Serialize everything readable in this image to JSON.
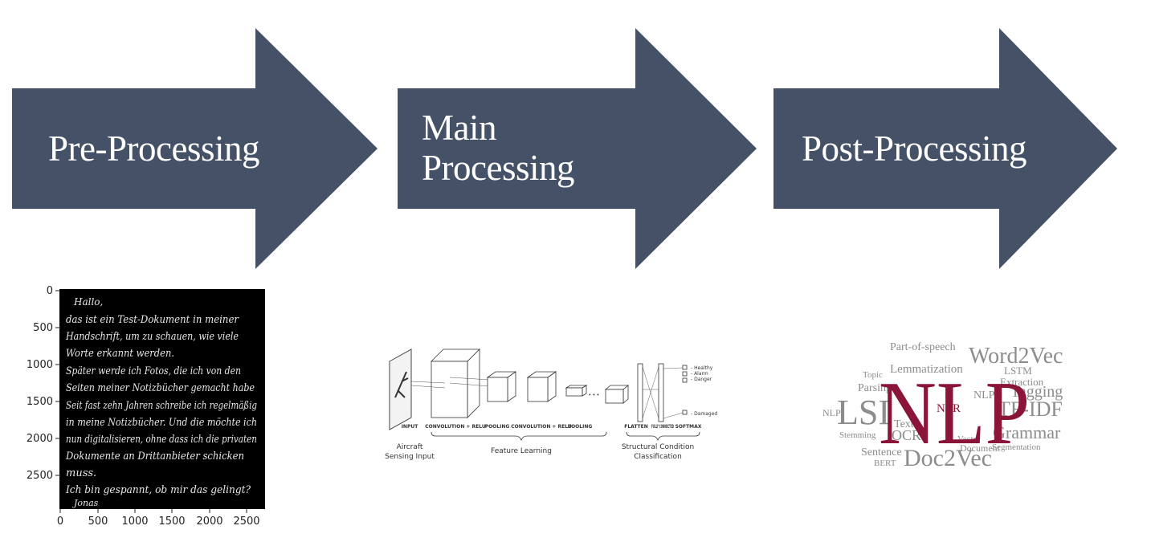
{
  "colors": {
    "arrow": "#455167",
    "nlp_accent": "#8a1538",
    "cloud_word": "#8c8c8c",
    "handwriting_bg": "#000000"
  },
  "stages": [
    {
      "lines": [
        "Pre-Processing"
      ]
    },
    {
      "lines": [
        "Main",
        "Processing"
      ]
    },
    {
      "lines": [
        "Post-Processing"
      ]
    }
  ],
  "handwriting": {
    "y_ticks": [
      "0",
      "500",
      "1000",
      "1500",
      "2000",
      "2500"
    ],
    "x_ticks": [
      "0",
      "500",
      "1000",
      "1500",
      "2000",
      "2500"
    ],
    "text_lines": [
      "Hallo,",
      "das ist ein Test-Dokument in meiner",
      "Handschrift, um zu schauen, wie viele",
      "Worte erkannt werden.",
      "Später werde ich Fotos, die ich von den",
      "Seiten meiner Notizbücher gemacht habe",
      "Seit fast zehn Jahren schreibe ich regelmäßig",
      "in meine Notizbücher. Und die möchte ich",
      "nun digitalisieren, ohne dass ich die privaten",
      "Dokumente an Drittanbieter schicken",
      "muss.",
      "Ich bin gespannt, ob mir das gelingt?",
      "Jonas"
    ]
  },
  "cnn": {
    "layer_labels": [
      "INPUT",
      "CONVOLUTION + RELU",
      "POOLING",
      "CONVOLUTION + RELU",
      "POOLING",
      "FLATTEN",
      "FULLY CONNECTED",
      "SOFTMAX"
    ],
    "outputs": [
      "Healthy",
      "Alarm",
      "Danger",
      "Damaged"
    ],
    "caption_input": [
      "Aircraft",
      "Sensing Input"
    ],
    "caption_features": "Feature Learning",
    "caption_classification": [
      "Structural Condition",
      "Classification"
    ]
  },
  "wordcloud": {
    "center_word": "NLP",
    "words": [
      "LSI",
      "NER",
      "Doc2Vec",
      "Word2Vec",
      "TF-IDF",
      "Tagging",
      "Grammar",
      "Lemmatization",
      "Part-of-speech",
      "Parsing",
      "Extraction",
      "LSTM",
      "OCR",
      "Text",
      "Topic",
      "Sentence",
      "Stemming",
      "BERT",
      "Vector",
      "Document",
      "Segmentation",
      "NLP",
      "NLP"
    ]
  }
}
